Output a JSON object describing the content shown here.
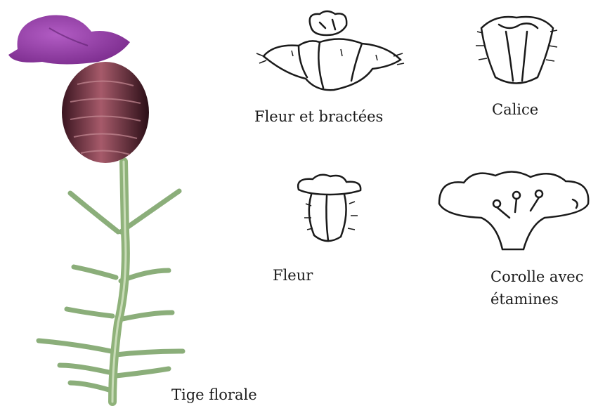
{
  "labels": {
    "flower_bracts": "Fleur et bractées",
    "calyx": "Calice",
    "flower": "Fleur",
    "corolla_line1": "Corolle avec",
    "corolla_line2": "étamines",
    "stem": "Tige florale"
  },
  "colors": {
    "petal": "#9b3fae",
    "petal_dark": "#7a2b8c",
    "head": "#4a1e2a",
    "head_light": "#a65a6a",
    "stem": "#8fb27a",
    "leaf": "#9ab88a",
    "ink": "#1a1a1a"
  }
}
